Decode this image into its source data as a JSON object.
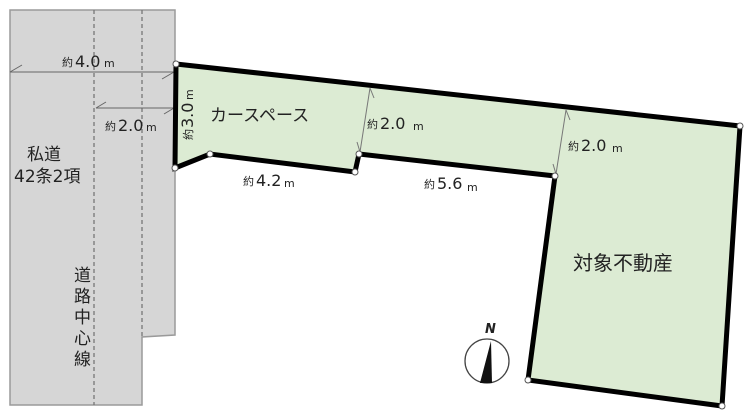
{
  "road": {
    "name_line1": "私道",
    "name_line2": "42条2項",
    "centerline_label_chars": [
      "道",
      "路",
      "中",
      "心",
      "線"
    ],
    "width_total": {
      "prefix": "約",
      "value": "4.0",
      "unit": "m"
    },
    "width_half": {
      "prefix": "約",
      "value": "2.0",
      "unit": "m"
    },
    "fill_color": "#d6d6d6"
  },
  "lot": {
    "fill_color": "#dcebd3",
    "border_color": "#000000",
    "parking_label": "カースペース",
    "property_label": "対象不動産",
    "dimensions": {
      "frontage": {
        "prefix": "約",
        "value": "3.0",
        "unit": "m"
      },
      "bottom_left": {
        "prefix": "約",
        "value": "4.2",
        "unit": "m"
      },
      "passage_width_1": {
        "prefix": "約",
        "value": "2.0",
        "unit": "m"
      },
      "bottom_middle": {
        "prefix": "約",
        "value": "5.6",
        "unit": "m"
      },
      "passage_width_2": {
        "prefix": "約",
        "value": "2.0",
        "unit": "m"
      }
    }
  },
  "compass": {
    "label": "N"
  }
}
